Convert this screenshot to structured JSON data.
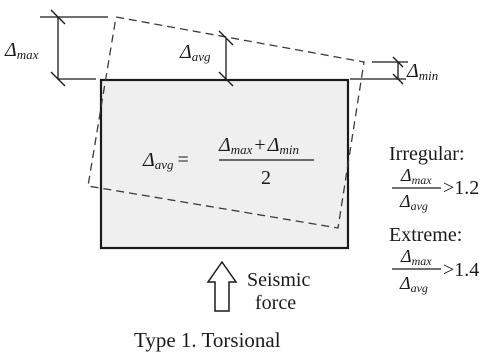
{
  "diagram": {
    "caption": "Type 1. Torsional",
    "force_label_line1": "Seismic",
    "force_label_line2": "force",
    "delta_symbol": "Δ",
    "sub_max": "max",
    "sub_avg": "avg",
    "sub_min": "min",
    "formula_equals": "=",
    "formula_plus": "+",
    "formula_denominator": "2",
    "irregular_label": "Irregular:",
    "irregular_threshold": ">1.2",
    "extreme_label": "Extreme:",
    "extreme_threshold": ">1.4"
  },
  "colors": {
    "fill": "#efefef",
    "stroke": "#1a1a1a"
  }
}
